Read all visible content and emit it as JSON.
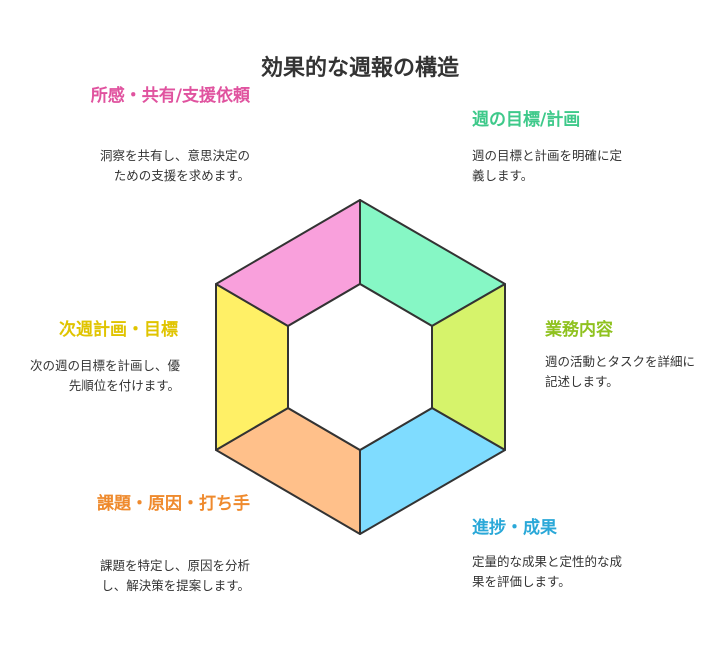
{
  "title": "効果的な週報の構造",
  "sections": [
    {
      "id": "goals",
      "heading": "週の目標/計画",
      "desc": "週の目標と計画を明確に定義します。",
      "color": "#86f7c5",
      "heading_color": "#3ec98a"
    },
    {
      "id": "work",
      "heading": "業務内容",
      "desc": "週の活動とタスクを詳細に記述します。",
      "color": "#d6f36b",
      "heading_color": "#8fc21f"
    },
    {
      "id": "progress",
      "heading": "進捗・成果",
      "desc": "定量的な成果と定性的な成果を評価します。",
      "color": "#7fdcff",
      "heading_color": "#2aa8d8"
    },
    {
      "id": "issues",
      "heading": "課題・原因・打ち手",
      "desc": "課題を特定し、原因を分析し、解決策を提案します。",
      "color": "#ffc08a",
      "heading_color": "#ef8a2d"
    },
    {
      "id": "next",
      "heading": "次週計画・目標",
      "desc": "次の週の目標を計画し、優先順位を付けます。",
      "color": "#fff066",
      "heading_color": "#e0c400"
    },
    {
      "id": "share",
      "heading": "所感・共有/支援依頼",
      "desc": "洞察を共有し、意思決定のための支援を求めます。",
      "color": "#f9a0dc",
      "heading_color": "#e0539f"
    }
  ]
}
